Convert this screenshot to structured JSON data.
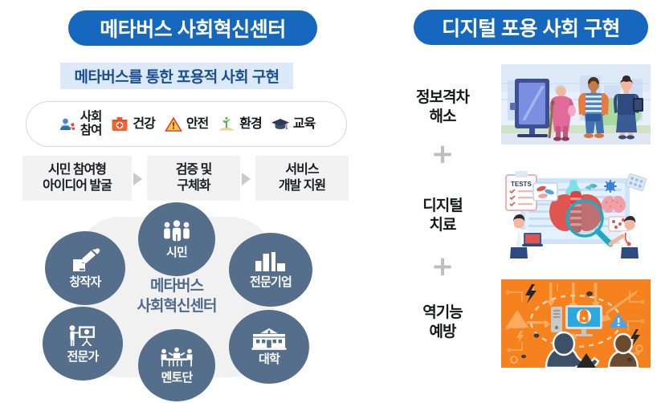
{
  "left_panel": {
    "title": "메타버스 사회혁신센터",
    "subtitle": "메타버스를 통한 포용적 사회 구현",
    "keywords": [
      {
        "label_line1": "사회",
        "label_line2": "참여",
        "icon": "community-people-icon"
      },
      {
        "label_line1": "건강",
        "label_line2": "",
        "icon": "first-aid-kit-icon"
      },
      {
        "label_line1": "안전",
        "label_line2": "",
        "icon": "warning-triangle-icon"
      },
      {
        "label_line1": "환경",
        "label_line2": "",
        "icon": "seedling-sprout-icon"
      },
      {
        "label_line1": "교육",
        "label_line2": "",
        "icon": "graduation-cap-icon"
      }
    ],
    "process": {
      "steps": [
        {
          "line1": "시민 참여형",
          "line2": "아이디어 발굴"
        },
        {
          "line1": "검증 및",
          "line2": "구체화"
        },
        {
          "line1": "서비스",
          "line2": "개발 지원"
        }
      ],
      "arrow": "triangle-right-icon"
    },
    "hub": {
      "center_line1": "메타버스",
      "center_line2": "사회혁신센터",
      "nodes": [
        {
          "id": "citizen",
          "label": "시민",
          "icon": "three-people-icon"
        },
        {
          "id": "creator",
          "label": "창작자",
          "icon": "hand-puzzle-icon"
        },
        {
          "id": "company",
          "label": "전문기업",
          "icon": "bar-chart-building-icon"
        },
        {
          "id": "expert",
          "label": "전문가",
          "icon": "presenter-board-icon"
        },
        {
          "id": "mentor",
          "label": "멘토단",
          "icon": "meeting-table-icon"
        },
        {
          "id": "university",
          "label": "대학",
          "icon": "school-building-icon"
        }
      ]
    }
  },
  "right_panel": {
    "title": "디지털 포용 사회 구현",
    "plus_symbol": "+",
    "items": [
      {
        "label_line1": "정보격차",
        "label_line2": "해소",
        "image": "illustration-digital-kiosk-diverse-people"
      },
      {
        "label_line1": "디지털",
        "label_line2": "치료",
        "image": "illustration-medical-diagnosis-doctors"
      },
      {
        "label_line1": "역기능",
        "label_line2": "예방",
        "image": "illustration-cyber-security-threat"
      }
    ]
  },
  "colors": {
    "pill_blue": "#1668bf",
    "subtitle_band": "#dce9f8",
    "subtitle_text": "#1a4f8f",
    "node_slate": "#546e8c",
    "hub_bg": "#f1f1f1",
    "hub_center_text": "#4e6a8a",
    "process_box": "#f2f2f2",
    "arrow_gray": "#c9c9c9",
    "plus_gray": "#bdbdbd",
    "orange_accent": "#f5821f"
  }
}
